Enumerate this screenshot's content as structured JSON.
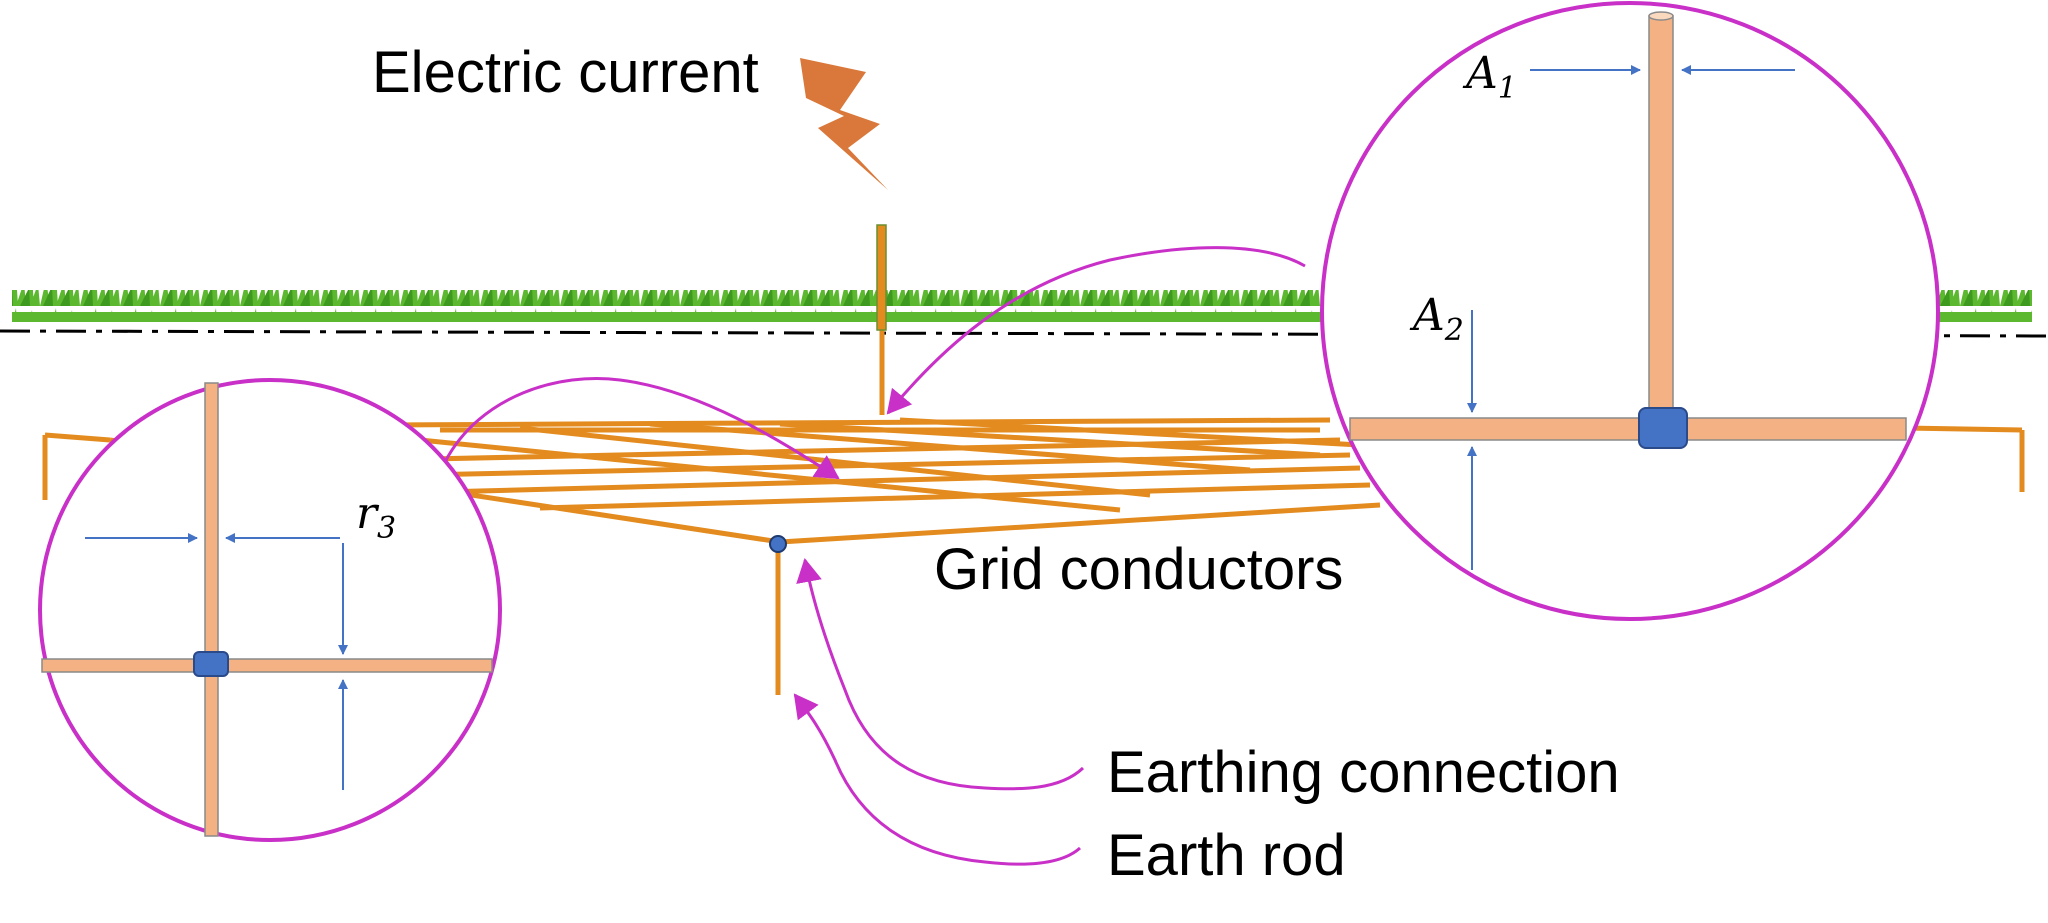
{
  "labels": {
    "electric_current": "Electric current",
    "grid_conductors": "Grid conductors",
    "earthing_connection": "Earthing connection",
    "earth_rod": "Earth rod"
  },
  "symbols": {
    "r3": {
      "base": "r",
      "sub": "3"
    },
    "a1": {
      "base": "A",
      "sub": "1"
    },
    "a2": {
      "base": "A",
      "sub": "2"
    }
  },
  "colors": {
    "conductor": "#e38b1e",
    "conductor_fill": "#f4b183",
    "connector": "#4472c4",
    "arrow": "#4472c4",
    "callout": "#c830c8",
    "lightning": "#d9783a",
    "grass": "#5cb82e",
    "ground_line": "#000000"
  },
  "icons": {
    "lightning": "lightning-bolt-icon",
    "grass": "grass-strip"
  }
}
